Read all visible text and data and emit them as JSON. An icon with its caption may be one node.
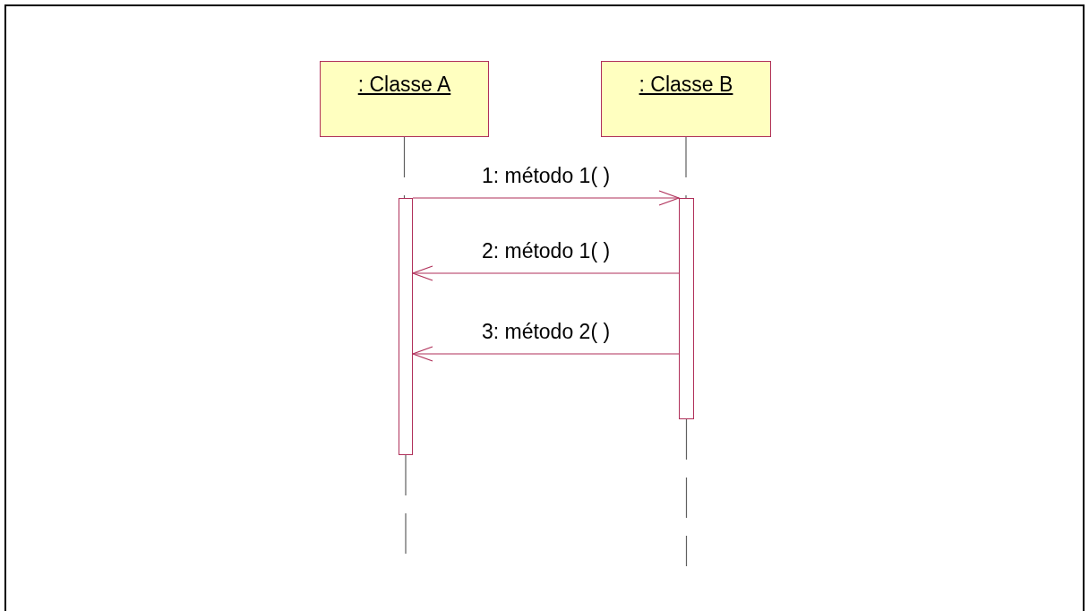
{
  "diagram": {
    "nodes": [
      {
        "text": [
          ": Classe A"
        ]
      },
      {
        "text": [
          ": Classe B"
        ]
      },
      {
        "text": [],
        "shape": "bar"
      },
      {
        "text": [],
        "shape": "bar"
      }
    ],
    "edges": [
      {
        "from": 0,
        "to": 2,
        "arrow": "none",
        "style": "dashed",
        "color": "#606060"
      },
      {
        "from": 1,
        "to": 3,
        "arrow": "none",
        "style": "dashed",
        "color": "#606060"
      },
      {
        "from": 2,
        "to": 3,
        "arrow": "to",
        "label": "1: método 1( )"
      },
      {
        "from": 3,
        "to": 2,
        "arrow": "to",
        "label": "2: método 1( )"
      },
      {
        "from": 3,
        "to": 2,
        "arrow": "to",
        "label": "3: método 2( )"
      },
      {
        "from": 2,
        "to": null,
        "arrow": "none",
        "style": "dashed",
        "color": "#606060"
      },
      {
        "from": 3,
        "to": null,
        "arrow": "none",
        "style": "dashed",
        "color": "#606060"
      }
    ]
  }
}
